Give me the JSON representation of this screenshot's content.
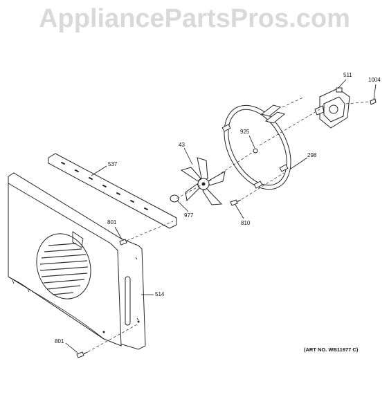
{
  "watermark": "AppliancePartsPros.com",
  "art_number": "(ART NO. WB11977 C)",
  "part_labels": {
    "p511": "511",
    "p1004": "1004",
    "p925": "925",
    "p298": "298",
    "p43": "43",
    "p537": "537",
    "p977": "977",
    "p810": "810",
    "p801_top": "801",
    "p514": "514",
    "p801_bottom": "801"
  }
}
